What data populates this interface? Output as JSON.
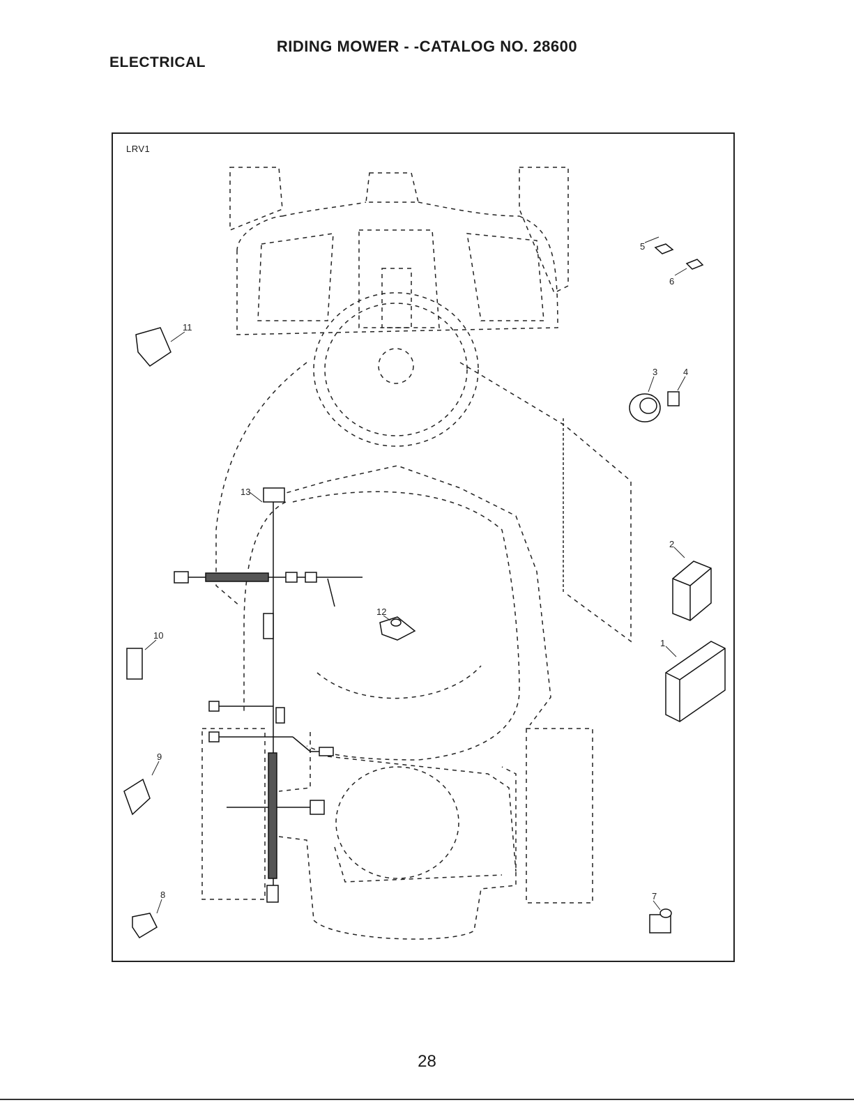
{
  "header": {
    "title": "RIDING MOWER - -CATALOG NO.   28600",
    "section": "ELECTRICAL"
  },
  "diagram": {
    "code": "LRV1",
    "callouts": [
      "1",
      "2",
      "3",
      "4",
      "5",
      "6",
      "7",
      "8",
      "9",
      "10",
      "11",
      "12",
      "13"
    ]
  },
  "footer": {
    "page_number": "28"
  }
}
